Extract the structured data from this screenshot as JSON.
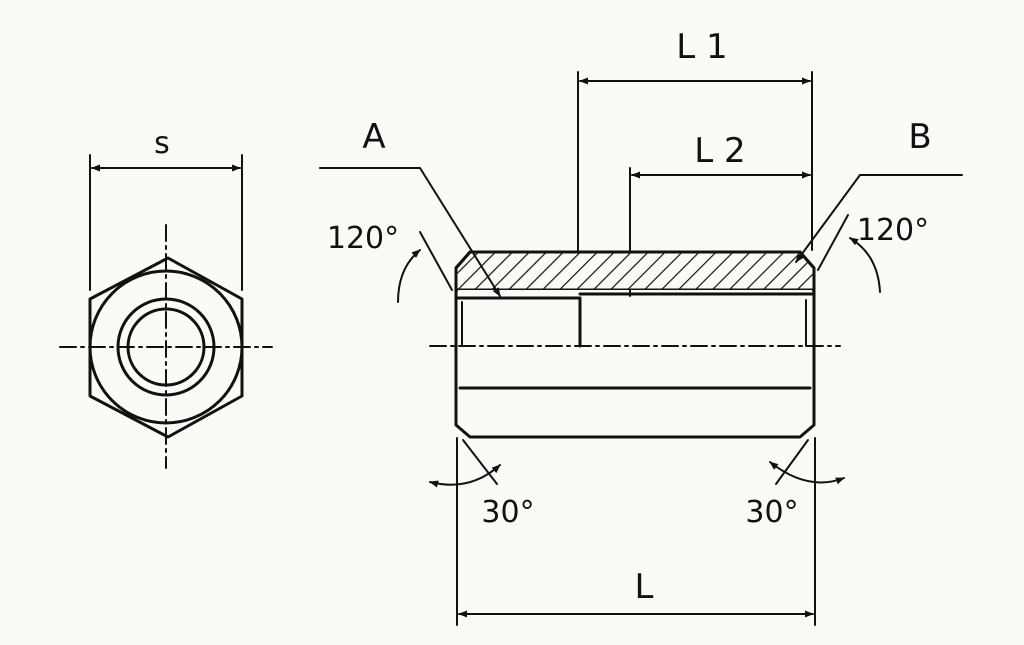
{
  "labels": {
    "s": "s",
    "L1": "L 1",
    "L2": "L 2",
    "A": "A",
    "B": "B",
    "L": "L",
    "angle_left_top": "120°",
    "angle_right_top": "120°",
    "angle_left_bottom": "30°",
    "angle_right_bottom": "30°"
  },
  "colors": {
    "ink": "#111111",
    "paper": "#fbfaf6"
  }
}
